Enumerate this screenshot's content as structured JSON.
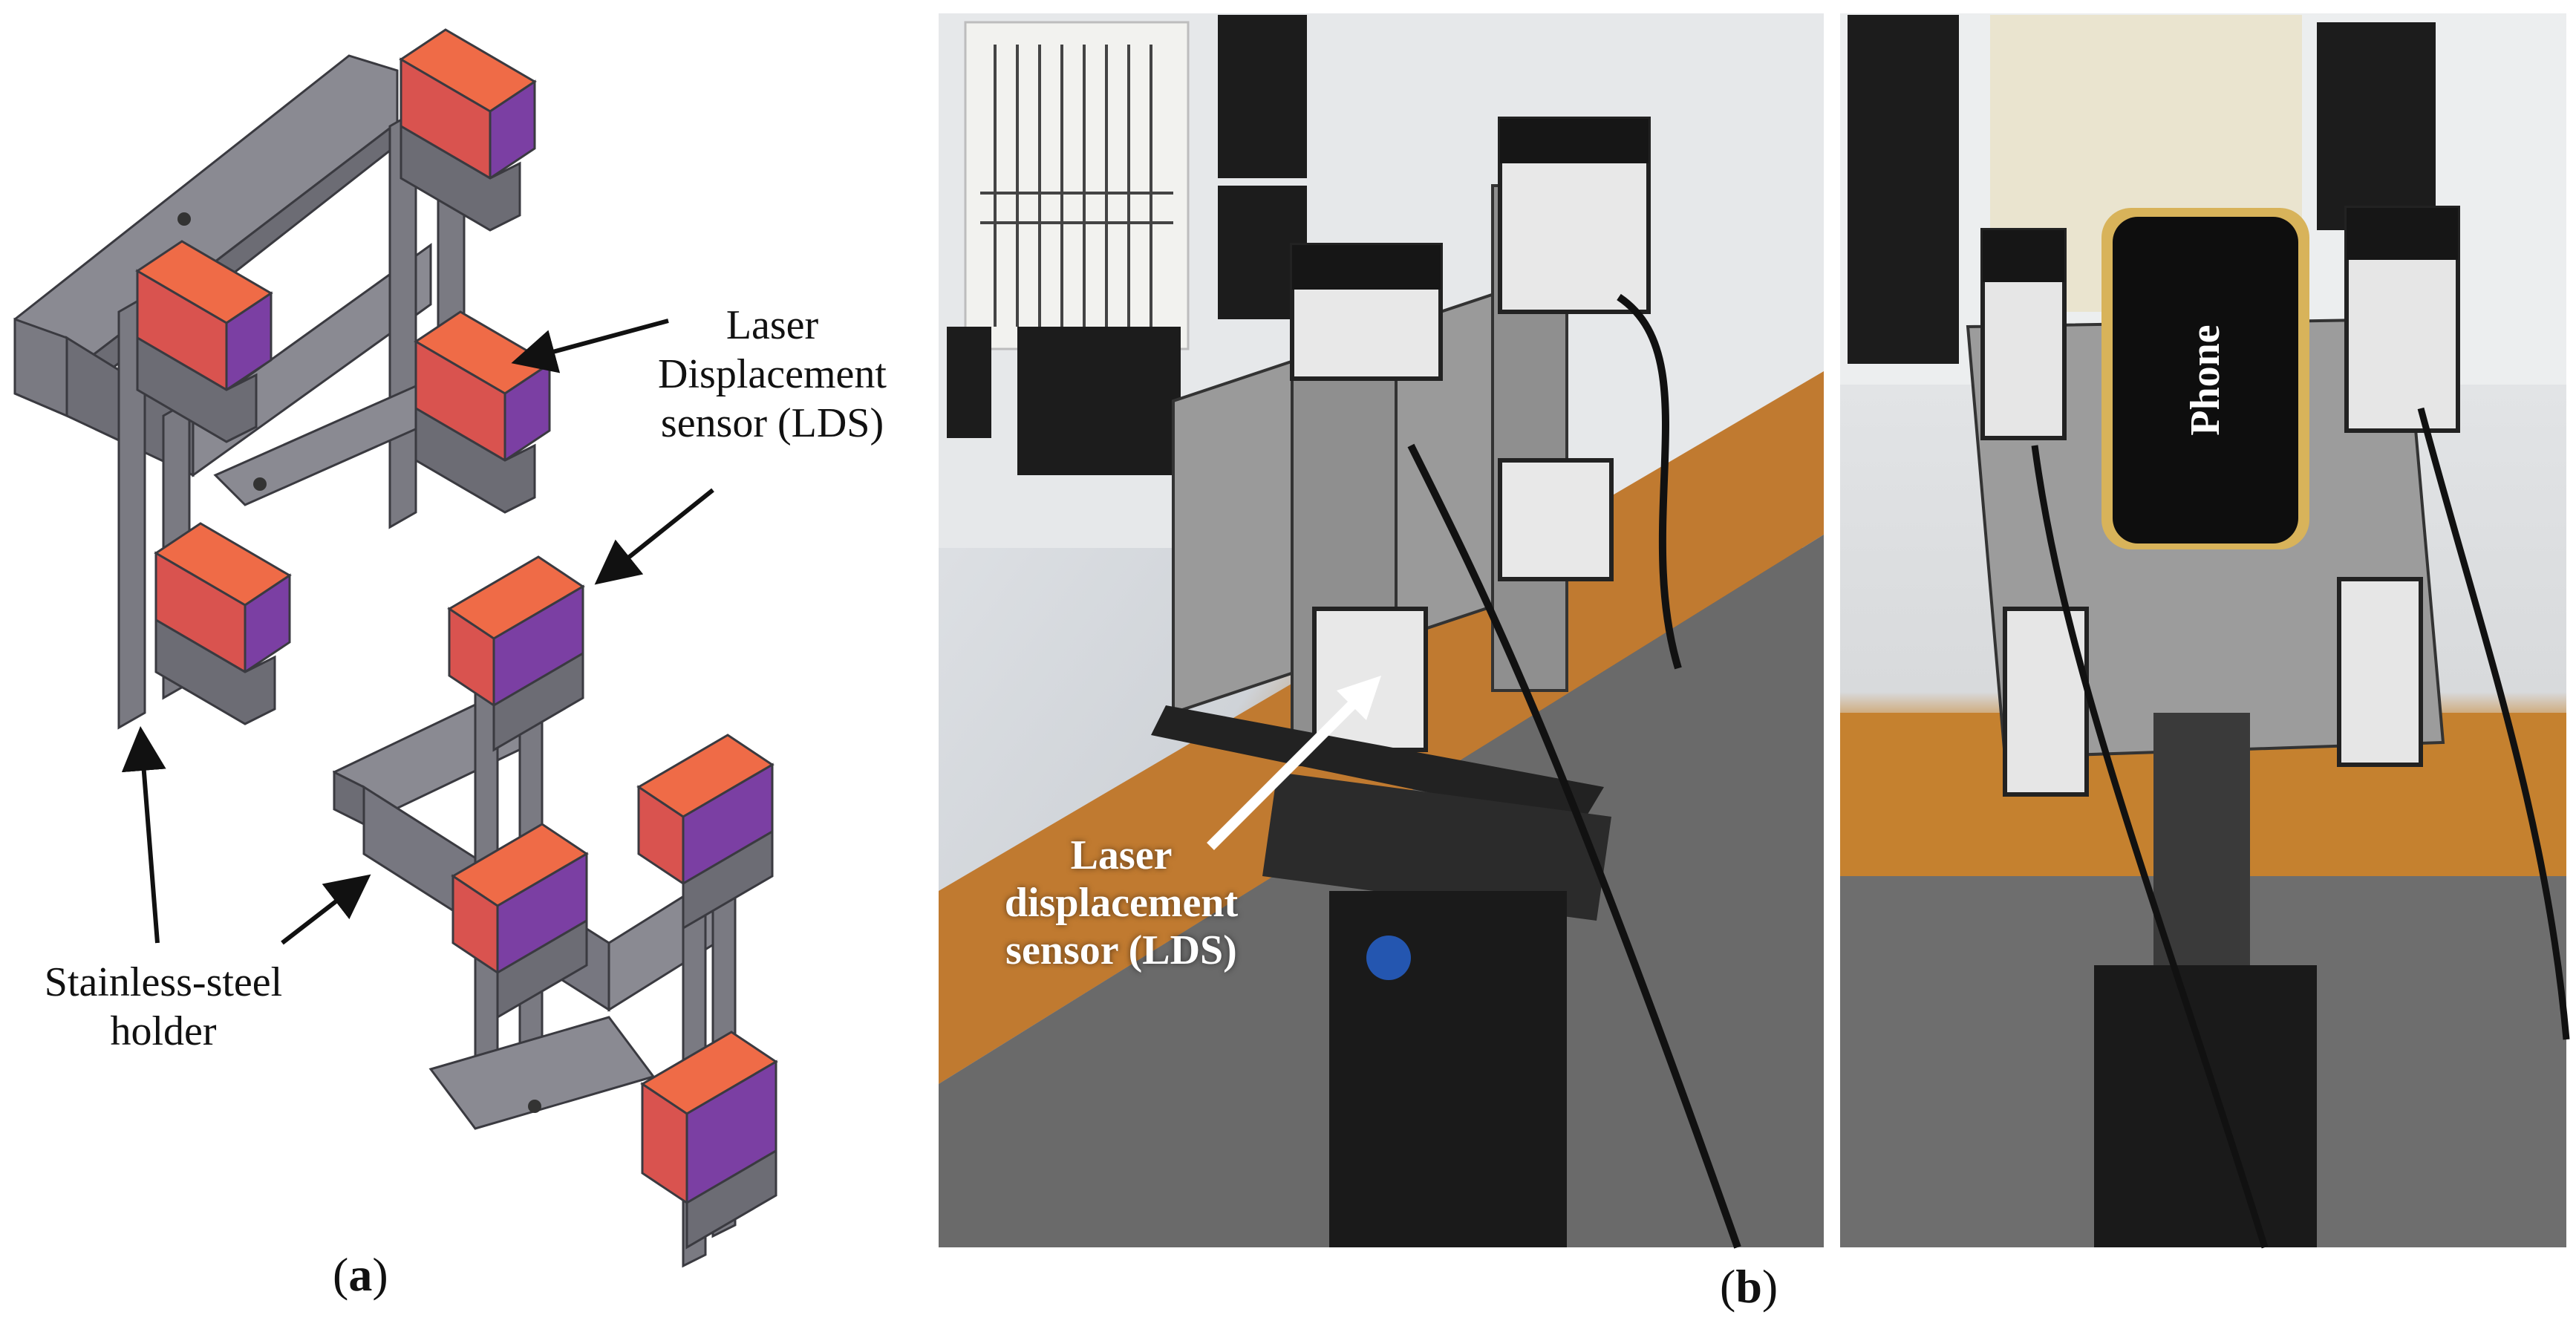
{
  "panel_a": {
    "label_lds": [
      "Laser",
      "Displacement",
      "sensor (LDS)"
    ],
    "label_holder": [
      "Stainless-steel",
      "holder"
    ],
    "caption_open": "(",
    "caption_letter": "a",
    "caption_close": ")"
  },
  "panel_b": {
    "label_lds": [
      "Laser",
      "displacement",
      "sensor (LDS)"
    ],
    "label_phone": "Phone",
    "caption_open": "(",
    "caption_letter": "b",
    "caption_close": ")"
  },
  "colors": {
    "sensor_top": "#ef6b47",
    "sensor_front": "#d9534f",
    "sensor_side": "#7b3fa3",
    "holder": "#7a7a82",
    "holder_dark": "#55555c",
    "holder_light": "#9a9aa2"
  }
}
